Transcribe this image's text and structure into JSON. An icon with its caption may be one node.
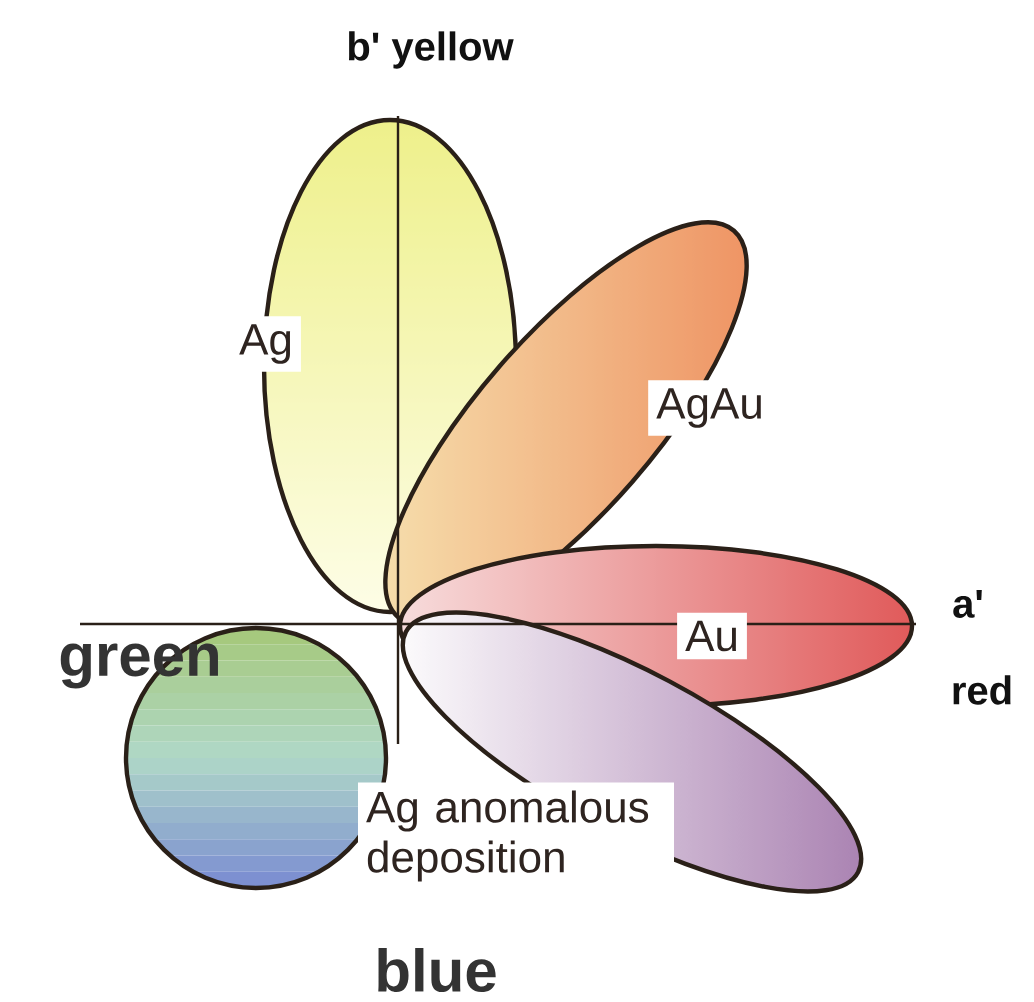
{
  "diagram": {
    "nodes": [
      {
        "text": [
          "Ag"
        ]
      },
      {
        "text": [
          "AgAu"
        ]
      },
      {
        "text": [
          "Au"
        ]
      },
      {
        "text": [],
        "shape": "circle"
      },
      {
        "text": [
          "Ag anomalous deposition"
        ]
      }
    ],
    "labels": [
      "b' yellow",
      "green",
      "a'",
      "red",
      "blue"
    ]
  }
}
